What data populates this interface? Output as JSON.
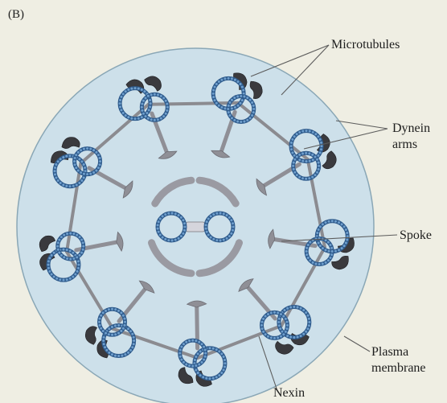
{
  "figure": {
    "panel_label": "(B)",
    "labels": {
      "microtubules": "Microtubules",
      "dynein_line1": "Dynein",
      "dynein_line2": "arms",
      "spoke": "Spoke",
      "plasma_line1": "Plasma",
      "plasma_line2": "membrane",
      "nexin": "Nexin"
    },
    "structure": {
      "outer_doublet_count": 9,
      "central_microtubule_count": 2
    },
    "colors": {
      "background": "#efeee3",
      "membrane_fill": "#cde0ea",
      "membrane_edge": "#8aa7b6",
      "tubule_ring": "#2f5b8c",
      "tubule_bead": "#6f9fcd",
      "dynein": "#3a3a3e",
      "spoke": "#8f8f96",
      "nexin": "#8b8b90",
      "line": "#5c5c5c"
    }
  }
}
